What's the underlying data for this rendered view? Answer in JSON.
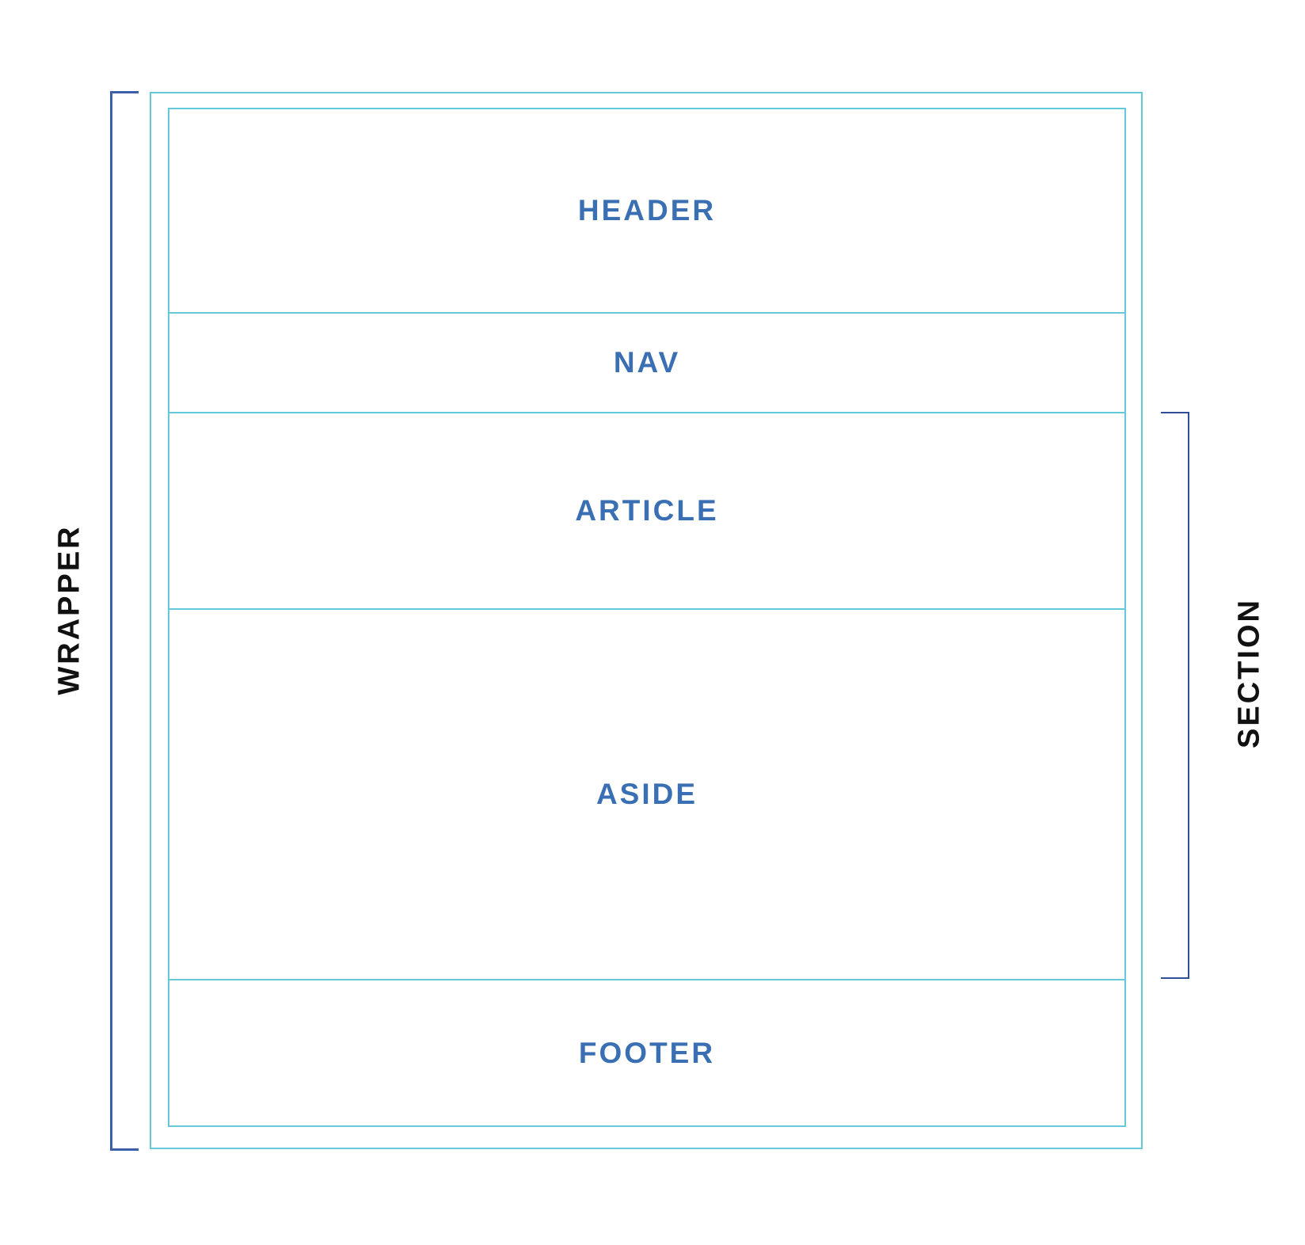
{
  "diagram": {
    "blocks": {
      "header": "HEADER",
      "nav": "NAV",
      "article": "ARTICLE",
      "aside": "ASIDE",
      "footer": "FOOTER"
    },
    "groups": {
      "wrapper": "WRAPPER",
      "section": "SECTION"
    },
    "colors": {
      "box_border": "#66c9da",
      "block_text": "#3a70b3",
      "bracket": "#3d5ea8",
      "group_text": "#111111"
    }
  }
}
